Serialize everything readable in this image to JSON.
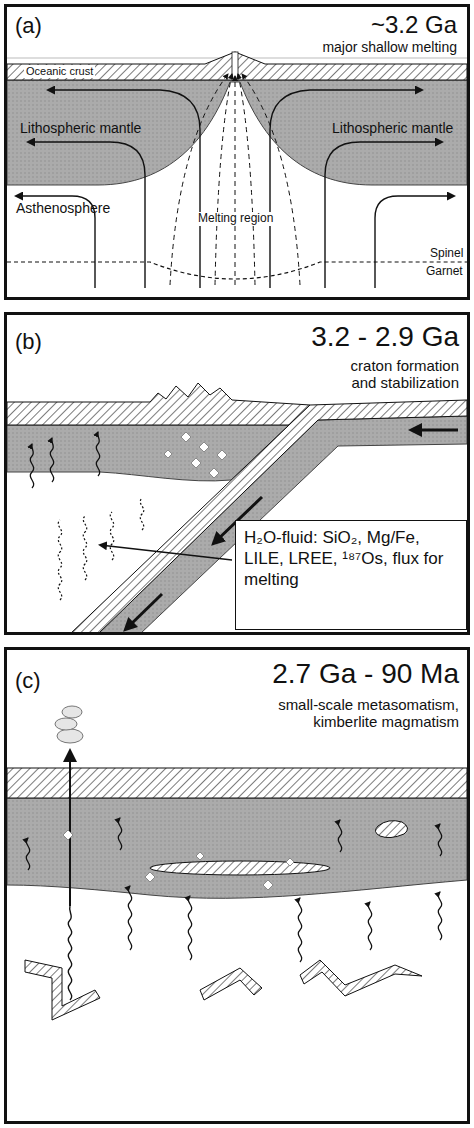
{
  "diagram": {
    "nodes": [
      {
        "text": [
          "(a)",
          "~3.2 Ga",
          "major shallow melting"
        ]
      },
      {
        "text": [
          "(b)",
          "3.2 - 2.9 Ga",
          "craton formation and stabilization"
        ]
      },
      {
        "text": [
          "H₂O-fluid: SiO₂, Mg/Fe, LILE, LREE, ¹⁸⁷Os, flux for melting"
        ],
        "in": 1
      },
      {
        "text": [
          "(c)",
          "2.7 Ga - 90 Ma",
          "small-scale metasomatism, kimberlite magmatism"
        ]
      }
    ],
    "labels": [
      "Oceanic crust",
      "Lithospheric mantle",
      "Lithospheric mantle",
      "Melting region",
      "Asthenosphere",
      "Spinel",
      "Garnet"
    ]
  }
}
